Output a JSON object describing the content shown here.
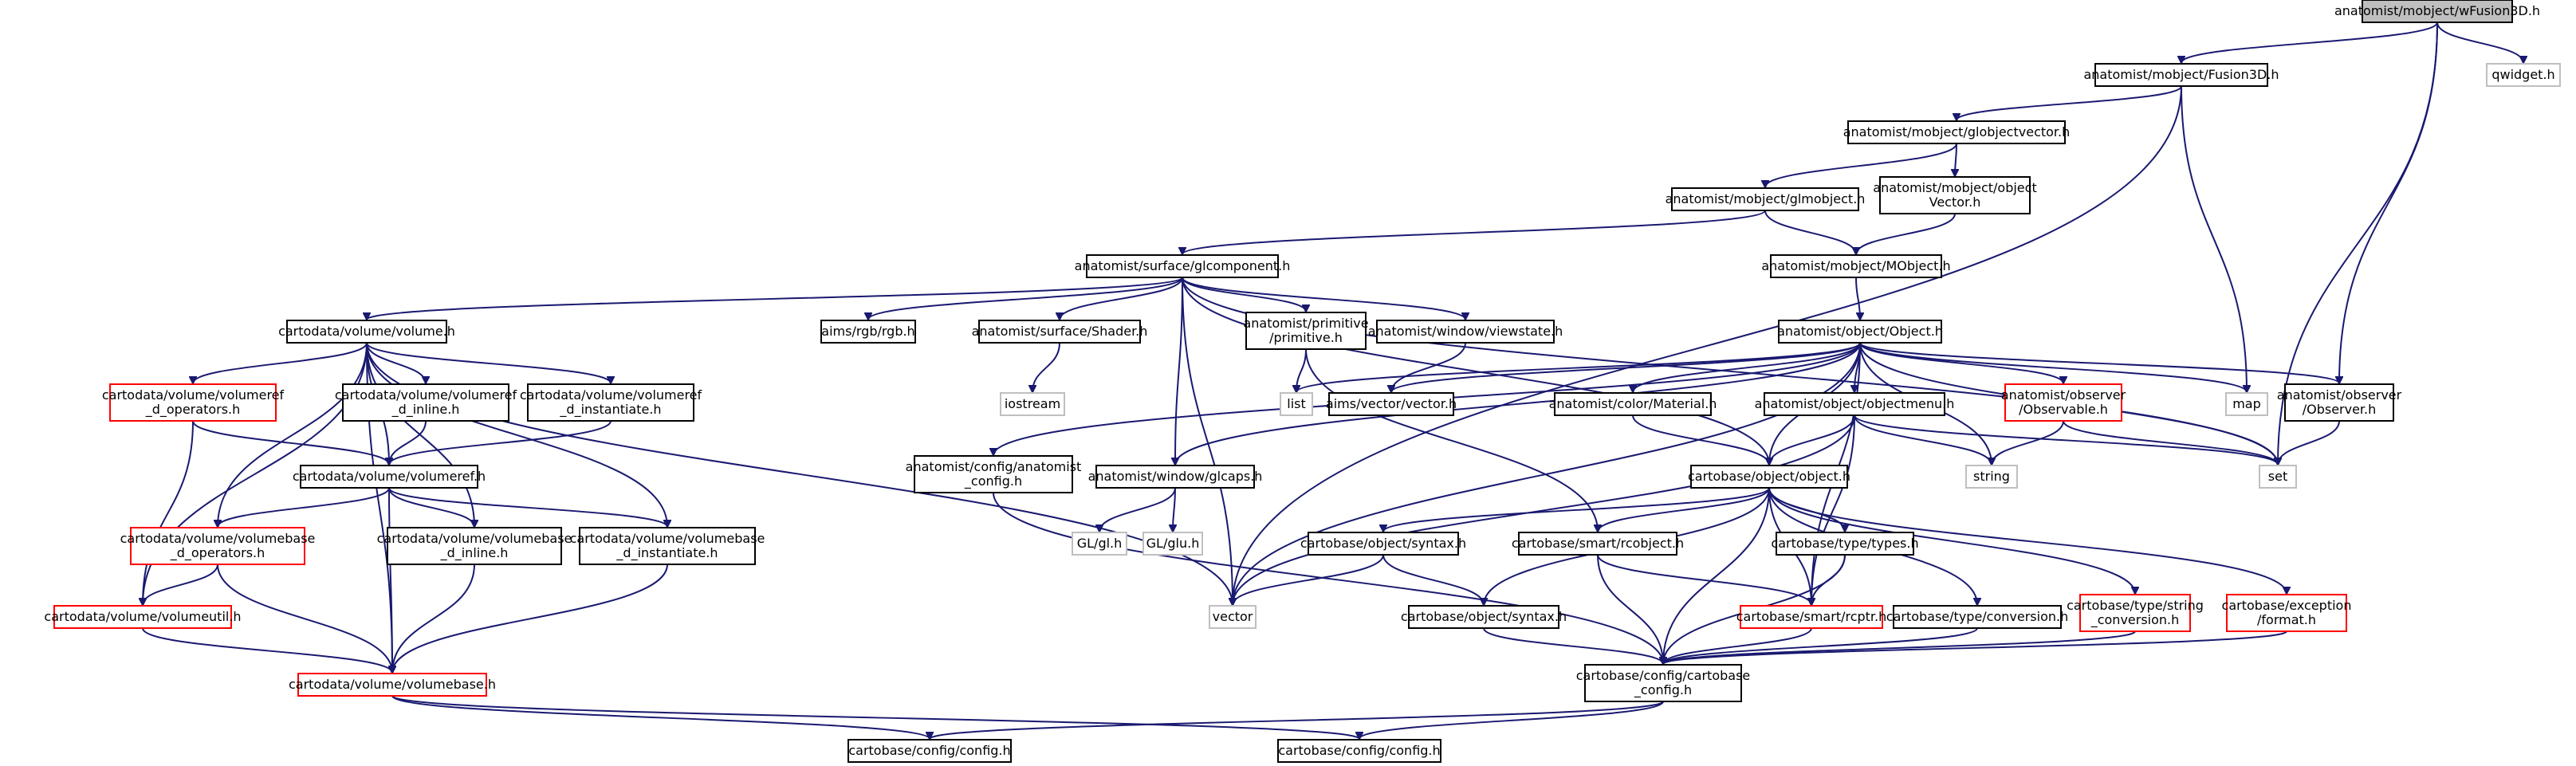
{
  "title": "anatomist/mobject/wFusion3D.h",
  "nodes": [
    {
      "id": "root",
      "lines": [
        "anatomist/mobject/wFusion3D.h"
      ],
      "style": "root"
    },
    {
      "id": "fusion3d",
      "lines": [
        "anatomist/mobject/Fusion3D.h"
      ],
      "style": "normal"
    },
    {
      "id": "qwidget",
      "lines": [
        "qwidget.h"
      ],
      "style": "gray"
    },
    {
      "id": "globjectvector",
      "lines": [
        "anatomist/mobject/globjectvector.h"
      ],
      "style": "normal"
    },
    {
      "id": "glmobject",
      "lines": [
        "anatomist/mobject/glmobject.h"
      ],
      "style": "normal"
    },
    {
      "id": "objectvector",
      "lines": [
        "anatomist/mobject/object",
        "Vector.h"
      ],
      "style": "normal"
    },
    {
      "id": "glcomponent",
      "lines": [
        "anatomist/surface/glcomponent.h"
      ],
      "style": "normal"
    },
    {
      "id": "mobject",
      "lines": [
        "anatomist/mobject/MObject.h"
      ],
      "style": "normal"
    },
    {
      "id": "volume",
      "lines": [
        "cartodata/volume/volume.h"
      ],
      "style": "normal"
    },
    {
      "id": "rgb",
      "lines": [
        "aims/rgb/rgb.h"
      ],
      "style": "normal"
    },
    {
      "id": "shader",
      "lines": [
        "anatomist/surface/Shader.h"
      ],
      "style": "normal"
    },
    {
      "id": "primitive",
      "lines": [
        "anatomist/primitive",
        "/primitive.h"
      ],
      "style": "normal"
    },
    {
      "id": "viewstate",
      "lines": [
        "anatomist/window/viewstate.h"
      ],
      "style": "normal"
    },
    {
      "id": "objecth",
      "lines": [
        "anatomist/object/Object.h"
      ],
      "style": "normal"
    },
    {
      "id": "volref_ops",
      "lines": [
        "cartodata/volume/volumeref",
        "_d_operators.h"
      ],
      "style": "red"
    },
    {
      "id": "volref_inline",
      "lines": [
        "cartodata/volume/volumeref",
        "_d_inline.h"
      ],
      "style": "normal"
    },
    {
      "id": "volref_inst",
      "lines": [
        "cartodata/volume/volumeref",
        "_d_instantiate.h"
      ],
      "style": "normal"
    },
    {
      "id": "iostream",
      "lines": [
        "iostream"
      ],
      "style": "gray"
    },
    {
      "id": "list",
      "lines": [
        "list"
      ],
      "style": "gray"
    },
    {
      "id": "vector3",
      "lines": [
        "aims/vector/vector.h"
      ],
      "style": "normal"
    },
    {
      "id": "material",
      "lines": [
        "anatomist/color/Material.h"
      ],
      "style": "normal"
    },
    {
      "id": "objectmenu",
      "lines": [
        "anatomist/object/objectmenu.h"
      ],
      "style": "normal"
    },
    {
      "id": "observable",
      "lines": [
        "anatomist/observer",
        "/Observable.h"
      ],
      "style": "red"
    },
    {
      "id": "map",
      "lines": [
        "map"
      ],
      "style": "gray"
    },
    {
      "id": "observer",
      "lines": [
        "anatomist/observer",
        "/Observer.h"
      ],
      "style": "normal"
    },
    {
      "id": "volumeref",
      "lines": [
        "cartodata/volume/volumeref.h"
      ],
      "style": "normal"
    },
    {
      "id": "anaconfig",
      "lines": [
        "anatomist/config/anatomist",
        "_config.h"
      ],
      "style": "normal"
    },
    {
      "id": "glcaps",
      "lines": [
        "anatomist/window/glcaps.h"
      ],
      "style": "normal"
    },
    {
      "id": "cbobject",
      "lines": [
        "cartobase/object/object.h"
      ],
      "style": "normal"
    },
    {
      "id": "string",
      "lines": [
        "string"
      ],
      "style": "gray"
    },
    {
      "id": "set",
      "lines": [
        "set"
      ],
      "style": "gray"
    },
    {
      "id": "volbase_ops",
      "lines": [
        "cartodata/volume/volumebase",
        "_d_operators.h"
      ],
      "style": "red"
    },
    {
      "id": "volbase_inline",
      "lines": [
        "cartodata/volume/volumebase",
        "_d_inline.h"
      ],
      "style": "normal"
    },
    {
      "id": "volbase_inst",
      "lines": [
        "cartodata/volume/volumebase",
        "_d_instantiate.h"
      ],
      "style": "normal"
    },
    {
      "id": "glh",
      "lines": [
        "GL/gl.h"
      ],
      "style": "gray"
    },
    {
      "id": "gluh",
      "lines": [
        "GL/glu.h"
      ],
      "style": "gray"
    },
    {
      "id": "syntax_hpp",
      "lines": [
        "cartobase/object/syntax.h"
      ],
      "style": "normal"
    },
    {
      "id": "rcobject",
      "lines": [
        "cartobase/smart/rcobject.h"
      ],
      "style": "normal"
    },
    {
      "id": "types",
      "lines": [
        "cartobase/type/types.h"
      ],
      "style": "normal"
    },
    {
      "id": "strconv",
      "lines": [
        "cartobase/type/string",
        "_conversion.h"
      ],
      "style": "red"
    },
    {
      "id": "format",
      "lines": [
        "cartobase/exception",
        "/format.h"
      ],
      "style": "red"
    },
    {
      "id": "volutil",
      "lines": [
        "cartodata/volume/volumeutil.h"
      ],
      "style": "red"
    },
    {
      "id": "vector",
      "lines": [
        "vector"
      ],
      "style": "gray"
    },
    {
      "id": "syntax_h",
      "lines": [
        "cartobase/object/syntax.h"
      ],
      "style": "normal"
    },
    {
      "id": "rcptr",
      "lines": [
        "cartobase/smart/rcptr.h"
      ],
      "style": "red"
    },
    {
      "id": "conversion",
      "lines": [
        "cartobase/type/conversion.h"
      ],
      "style": "normal"
    },
    {
      "id": "volumebase",
      "lines": [
        "cartodata/volume/volumebase.h"
      ],
      "style": "red"
    },
    {
      "id": "cbconfig",
      "lines": [
        "cartobase/config/cartobase",
        "_config.h"
      ],
      "style": "normal"
    },
    {
      "id": "config1",
      "lines": [
        "cartobase/config/config.h"
      ],
      "style": "normal"
    },
    {
      "id": "config2",
      "lines": [
        "cartobase/config/config.h"
      ],
      "style": "normal"
    }
  ]
}
